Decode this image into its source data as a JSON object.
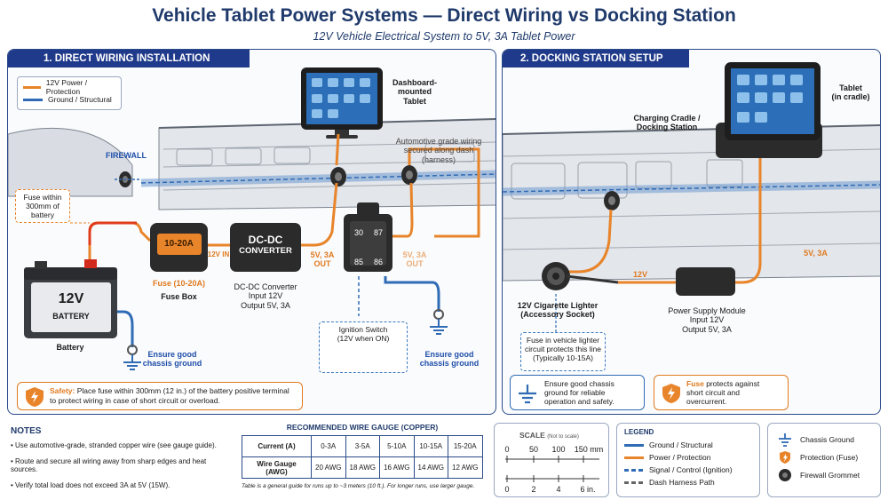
{
  "header": {
    "title": "Vehicle Tablet Power Systems — Direct Wiring vs Docking Station",
    "subtitle": "12V Vehicle Electrical System to 5V, 3A Tablet Power"
  },
  "colors": {
    "power": "#e8842a",
    "ground": "#2f6cb5",
    "navy": "#1f3a8a"
  },
  "left": {
    "heading": "1. DIRECT WIRING INSTALLATION",
    "legend": {
      "power": "12V Power / Protection",
      "ground": "Ground / Structural"
    },
    "tablet": "Dashboard-\nmounted\nTablet",
    "firewall": "FIREWALL",
    "fuse_note": "Fuse within\n300mm of\nbattery",
    "harness_note": "Automotive grade wiring\nsecured along dash\n(harness)",
    "fuse_box_value": "10-20A",
    "fuse_rating": "Fuse (10-20A)",
    "fuse_box": "Fuse Box",
    "in_12v": "12V IN",
    "converter_line1": "DC-DC",
    "converter_line2": "CONVERTER",
    "converter_desc": "DC-DC Converter\nInput 12V\nOutput 5V, 3A",
    "out_5v": "5V, 3A\nOUT",
    "out_5v_b": "5V, 3A\nOUT",
    "relay_pins": [
      "30",
      "87",
      "85",
      "86"
    ],
    "battery_v": "12V",
    "battery_word": "BATTERY",
    "battery": "Battery",
    "ground1": "Ensure good\nchassis ground",
    "ground2": "Ensure good\nchassis ground",
    "ignition": "Ignition Switch\n(12V when ON)",
    "safety_head": "Safety:",
    "safety_text": "Place fuse within 300mm (12 in.) of the battery positive terminal to protect wiring in case of short circuit or overload."
  },
  "right": {
    "heading": "2. DOCKING STATION SETUP",
    "tablet": "Tablet\n(in cradle)",
    "cradle": "Charging Cradle /\nDocking Station",
    "v12": "12V",
    "v5": "5V, 3A",
    "lighter": "12V Cigarette Lighter\n(Accessory Socket)",
    "psm": "Power Supply Module\nInput 12V\nOutput 5V, 3A",
    "fuse_note": "Fuse in vehicle lighter\ncircuit protects this line\n(Typically 10-15A)",
    "ground_note": "Ensure good chassis\nground for reliable\noperation and safety.",
    "fuse_head": "Fuse",
    "fuse_text": " protects against\nshort circuit and\novercurrent."
  },
  "notes": {
    "heading": "NOTES",
    "items": [
      "Use automotive-grade, stranded copper wire (see gauge guide).",
      "Route and secure all wiring away from sharp edges and heat sources.",
      "Verify total load does not exceed 3A at 5V (15W)."
    ]
  },
  "gauge": {
    "heading": "RECOMMENDED WIRE GAUGE (COPPER)",
    "current_label": "Current (A)",
    "gauge_label": "Wire Gauge (AWG)",
    "currents": [
      "0-3A",
      "3-5A",
      "5-10A",
      "10-15A",
      "15-20A"
    ],
    "awg": [
      "20 AWG",
      "18 AWG",
      "16 AWG",
      "14 AWG",
      "12 AWG"
    ],
    "footnote": "Table is a general guide for runs up to ~3 meters (10 ft.). For longer runs, use larger gauge."
  },
  "scale": {
    "heading": "SCALE",
    "note": "(Not to scale)",
    "mm_ticks": [
      "0",
      "50",
      "100",
      "150 mm"
    ],
    "in_ticks": [
      "0",
      "2",
      "4",
      "6 in."
    ]
  },
  "line_legend": {
    "heading": "LEGEND",
    "items": [
      {
        "label": "Ground / Structural",
        "color": "#2f6cb5",
        "style": "solid"
      },
      {
        "label": "Power / Protection",
        "color": "#e8842a",
        "style": "solid"
      },
      {
        "label": "Signal / Control (Ignition)",
        "color": "#2f6cb5",
        "style": "dashed"
      },
      {
        "label": "Dash Harness Path",
        "color": "#666666",
        "style": "dashed"
      }
    ]
  },
  "symbols": {
    "items": [
      {
        "label": "Chassis Ground",
        "icon": "ground-icon"
      },
      {
        "label": "Protection (Fuse)",
        "icon": "shield-icon"
      },
      {
        "label": "Firewall Grommet",
        "icon": "grommet-icon"
      }
    ]
  }
}
